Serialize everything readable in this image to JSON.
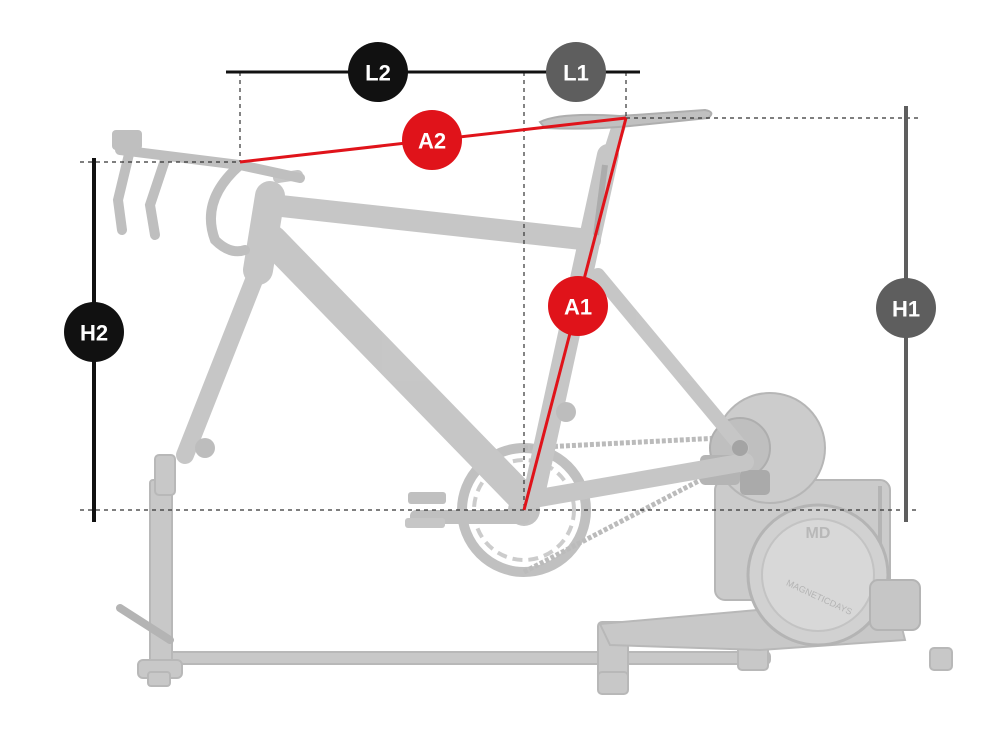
{
  "labels": {
    "l2": "L2",
    "l1": "L1",
    "a2": "A2",
    "a1": "A1",
    "h1": "H1",
    "h2": "H2"
  },
  "colors": {
    "black_badge": "#111111",
    "grey_badge": "#5e5e5e",
    "red": "#e0131a",
    "bike_grey": "#c2c2c2",
    "bike_dark": "#a9a9a9",
    "dashed": "#333333"
  },
  "trainer_brand": "MAGNETICDAYS",
  "trainer_logo": "MD"
}
